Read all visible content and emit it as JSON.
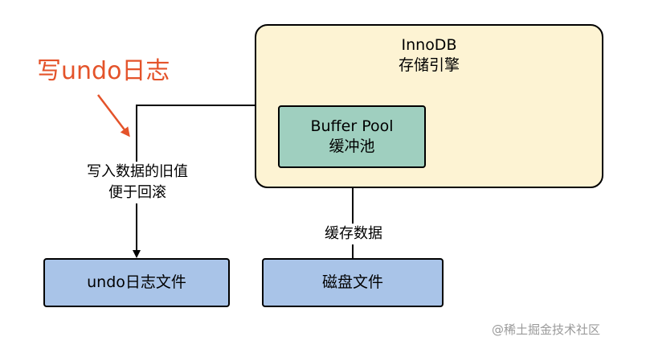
{
  "innodb": {
    "title": "InnoDB",
    "subtitle": "存储引擎"
  },
  "buffer_pool": {
    "title": "Buffer Pool",
    "subtitle": "缓冲池"
  },
  "annotation": {
    "text": "写undo日志",
    "color": "#e4532a"
  },
  "arrows": {
    "undo_note_line1": "写入数据的旧值",
    "undo_note_line2": "便于回滚",
    "cache_label": "缓存数据"
  },
  "files": {
    "undo_file": "undo日志文件",
    "disk_file": "磁盘文件"
  },
  "watermark": "@稀土掘金技术社区",
  "colors": {
    "innodb_fill": "#fdf3d3",
    "buffer_fill": "#9fcfbf",
    "file_fill": "#a9c4e8"
  }
}
